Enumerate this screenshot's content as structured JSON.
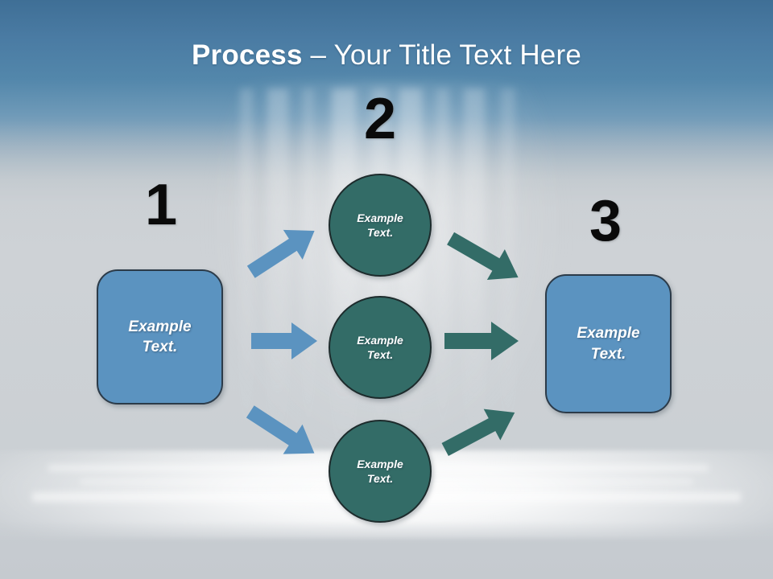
{
  "slide": {
    "title": {
      "strong": "Process",
      "rest": " – Your Title Text Here"
    },
    "colors": {
      "title_text": "#ffffff",
      "sky_top": "#3f6f96",
      "background": "#c9ced2",
      "box_fill": "#5b93c0",
      "box_border": "#2c3b49",
      "circle_fill": "#336c67",
      "circle_border": "#1d2b2c",
      "arrow_blue": "#5b93c0",
      "arrow_teal": "#336c67",
      "number_text": "#0a0a0a"
    }
  },
  "steps": [
    {
      "number": "1",
      "label": "Example\nText."
    },
    {
      "number": "2",
      "label": "Example\nText."
    },
    {
      "number": "3",
      "label": "Example\nText."
    }
  ],
  "nodes": {
    "left_box": {
      "line1": "Example",
      "line2": "Text."
    },
    "right_box": {
      "line1": "Example",
      "line2": "Text."
    },
    "circle_top": {
      "line1": "Example",
      "line2": "Text."
    },
    "circle_middle": {
      "line1": "Example",
      "line2": "Text."
    },
    "circle_bottom": {
      "line1": "Example",
      "line2": "Text."
    }
  },
  "numbers": {
    "one": "1",
    "two": "2",
    "three": "3"
  },
  "arrows": [
    {
      "name": "arrow-left-to-top",
      "color": "#5b93c0",
      "direction": "up-right"
    },
    {
      "name": "arrow-left-to-middle",
      "color": "#5b93c0",
      "direction": "right"
    },
    {
      "name": "arrow-left-to-bottom",
      "color": "#5b93c0",
      "direction": "down-right"
    },
    {
      "name": "arrow-top-to-right",
      "color": "#336c67",
      "direction": "down-right"
    },
    {
      "name": "arrow-middle-to-right",
      "color": "#336c67",
      "direction": "right"
    },
    {
      "name": "arrow-bottom-to-right",
      "color": "#336c67",
      "direction": "up-right"
    }
  ]
}
